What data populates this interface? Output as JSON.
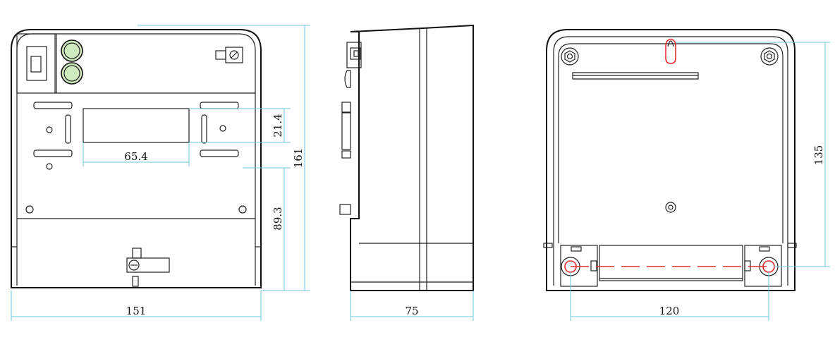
{
  "colors": {
    "outline": "#111111",
    "dimension_line": "#69c6dc",
    "button_fill": "#cfe8c0",
    "mount_hole_red": "#e32b2b"
  },
  "views": {
    "front": {
      "dims": {
        "width": "151",
        "height": "161",
        "display_width": "65.4",
        "display_height": "21.4",
        "lower_height": "89.3"
      }
    },
    "side": {
      "dims": {
        "depth": "75"
      }
    },
    "back": {
      "dims": {
        "hole_spacing_h": "120",
        "hole_spacing_v": "135"
      }
    }
  }
}
